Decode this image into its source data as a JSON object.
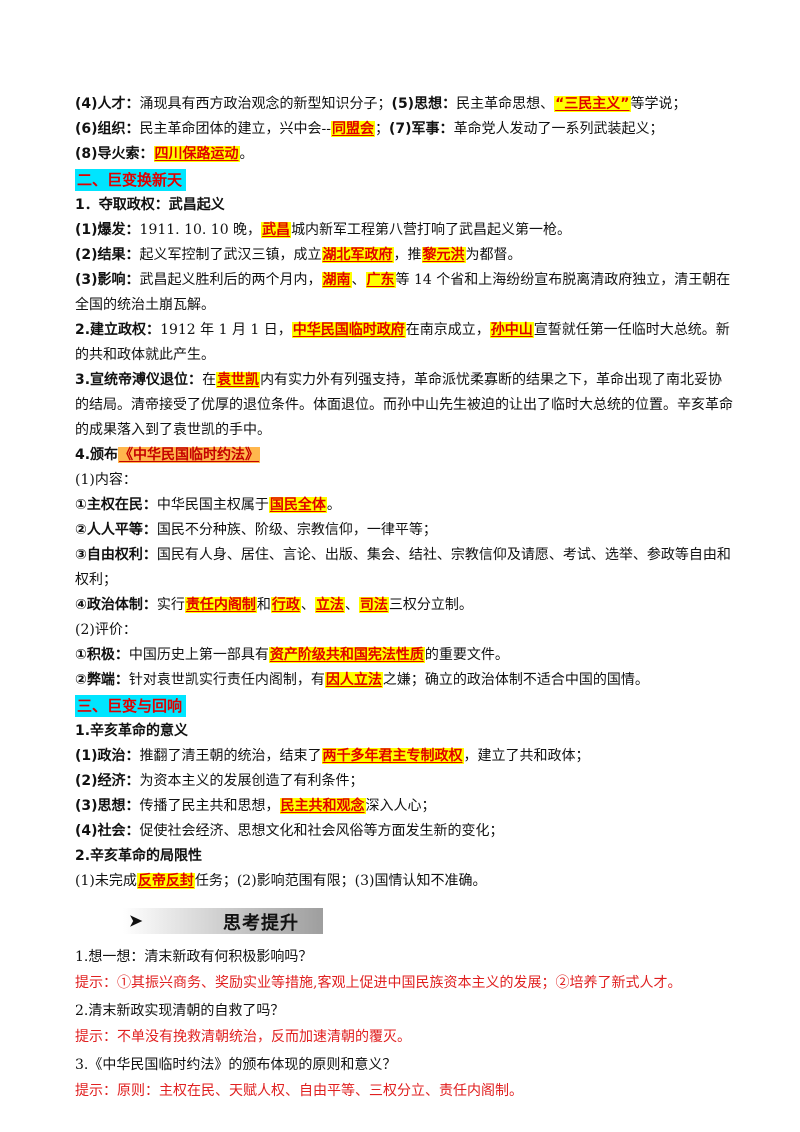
{
  "part1": {
    "l1": {
      "a": "(4)人才：",
      "b": "涌现具有西方政治观念的新型知识分子；",
      "c": "(5)思想：",
      "d": "民主革命思想、",
      "e": "“三民主义”",
      "f": "等学说；"
    },
    "l2": {
      "a": "(6)组织：",
      "b": "民主革命团体的建立，兴中会--",
      "c": "同盟会",
      "d": "；",
      "e": "(7)军事：",
      "f": "革命党人发动了一系列武装起义；"
    },
    "l3": {
      "a": "(8)导火索：",
      "b": "四川保路运动",
      "c": "。"
    }
  },
  "sec2": {
    "title": "二、巨变换新天",
    "h1": "1．夺取政权：武昌起义",
    "p1": {
      "a": "(1)爆发：",
      "b": "1911. 10. 10 晚，",
      "c": "武昌",
      "d": "城内新军工程第八营打响了武昌起义第一枪。"
    },
    "p2": {
      "a": "(2)结果：",
      "b": "起义军控制了武汉三镇，成立",
      "c": "湖北军政府",
      "d": "，推",
      "e": "黎元洪",
      "f": "为都督。"
    },
    "p3": {
      "a": "(3)影响：",
      "b": "武昌起义胜利后的两个月内，",
      "c": "湖南",
      "d": "、",
      "e": "广东",
      "f": "等 14 个省和上海纷纷宣布脱离清政府独立，清王朝在全国的统治土崩瓦解。"
    },
    "p4": {
      "a": "2.建立政权：",
      "b": "1912 年 1 月 1 日，",
      "c": "中华民国临时政府",
      "d": "在南京成立，",
      "e": "孙中山",
      "f": "宣誓就任第一任临时大总统。新的共和政体就此产生。"
    },
    "p5": {
      "a": "3.宣统帝溥仪退位：",
      "b": "在",
      "c": "袁世凯",
      "d": "内有实力外有列强支持，革命派忧柔寡断的结果之下，革命出现了南北妥协的结局。清帝接受了优厚的退位条件。体面退位。而孙中山先生被迫的让出了临时大总统的位置。辛亥革命的成果落入到了袁世凯的手中。"
    },
    "p6": {
      "a": "4.颁布",
      "b": "《中华民国临时约法》"
    },
    "p7": "(1)内容：",
    "p8": {
      "a": "①主权在民：",
      "b": "中华民国主权属于",
      "c": "国民全体",
      "d": "。"
    },
    "p9": {
      "a": "②人人平等：",
      "b": "国民不分种族、阶级、宗教信仰，一律平等；"
    },
    "p10": {
      "a": "③自由权利：",
      "b": "国民有人身、居住、言论、出版、集会、结社、宗教信仰及请愿、考试、选举、参政等自由和权利；"
    },
    "p11": {
      "a": "④政治体制：",
      "b": "实行",
      "c": "责任内阁制",
      "d": "和",
      "e": "行政",
      "f": "、",
      "g": "立法",
      "h": "、",
      "i": "司法",
      "j": "三权分立制。"
    },
    "p12": "(2)评价：",
    "p13": {
      "a": "①积极：",
      "b": "中国历史上第一部具有",
      "c": "资产阶级共和国宪法性质",
      "d": "的重要文件。"
    },
    "p14": {
      "a": "②弊端：",
      "b": "针对袁世凯实行责任内阁制，有",
      "c": "因人立法",
      "d": "之嫌；确立的政治体制不适合中国的国情。"
    }
  },
  "sec3": {
    "title": "三、巨变与回响",
    "h1": "1.辛亥革命的意义",
    "p1": {
      "a": "(1)政治：",
      "b": "推翻了清王朝的统治，结束了",
      "c": "两千多年君主专制政权",
      "d": "，建立了共和政体；"
    },
    "p2": {
      "a": "(2)经济：",
      "b": "为资本主义的发展创造了有利条件；"
    },
    "p3": {
      "a": "(3)思想：",
      "b": "传播了民主共和思想，",
      "c": "民主共和观念",
      "d": "深入人心；"
    },
    "p4": {
      "a": "(4)社会：",
      "b": "促使社会经济、思想文化和社会风俗等方面发生新的变化；"
    },
    "h2": "2.辛亥革命的局限性",
    "p5": {
      "a": "(1)未完成",
      "b": "反帝反封",
      "c": "任务；(2)影响范围有限；(3)国情认知不准确。"
    }
  },
  "think": {
    "arrow": "➤",
    "title": "思考提升",
    "q1": "1.想一想：清末新政有何积极影响吗？",
    "a1": "提示：①其振兴商务、奖励实业等措施,客观上促进中国民族资本主义的发展；②培养了新式人才。",
    "q2": "2.清末新政实现清朝的自救了吗？",
    "a2": "提示：不单没有挽救清朝统治，反而加速清朝的覆灭。",
    "q3": "3.《中华民国临时约法》的颁布体现的原则和意义？",
    "a3": "提示：原则：主权在民、天赋人权、自由平等、三权分立、责任内阁制。"
  }
}
